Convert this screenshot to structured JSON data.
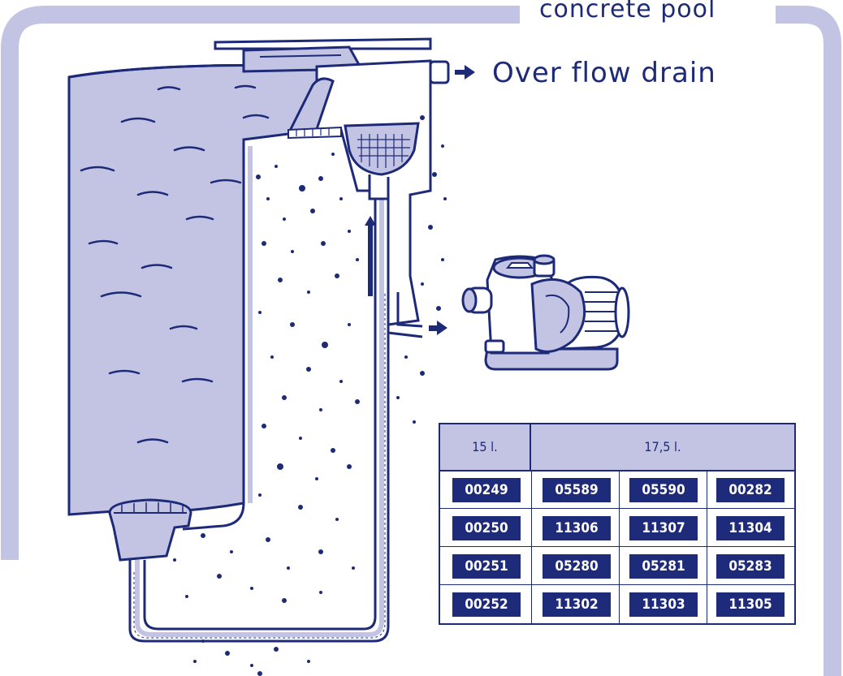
{
  "header": {
    "title": "concrete pool"
  },
  "labels": {
    "overflow": "Over flow drain"
  },
  "colors": {
    "ink": "#1d2a78",
    "water": "#c3c4e3",
    "frame": "#c3c4e3"
  },
  "table": {
    "headers": [
      "15 l.",
      "17,5 l."
    ],
    "rows": [
      [
        "00249",
        "05589",
        "05590",
        "00282"
      ],
      [
        "00250",
        "11306",
        "11307",
        "11304"
      ],
      [
        "00251",
        "05280",
        "05281",
        "05283"
      ],
      [
        "00252",
        "11302",
        "11303",
        "11305"
      ]
    ]
  },
  "icons": [
    "arrow-right-icon",
    "pump-icon",
    "skimmer-basket-icon"
  ]
}
